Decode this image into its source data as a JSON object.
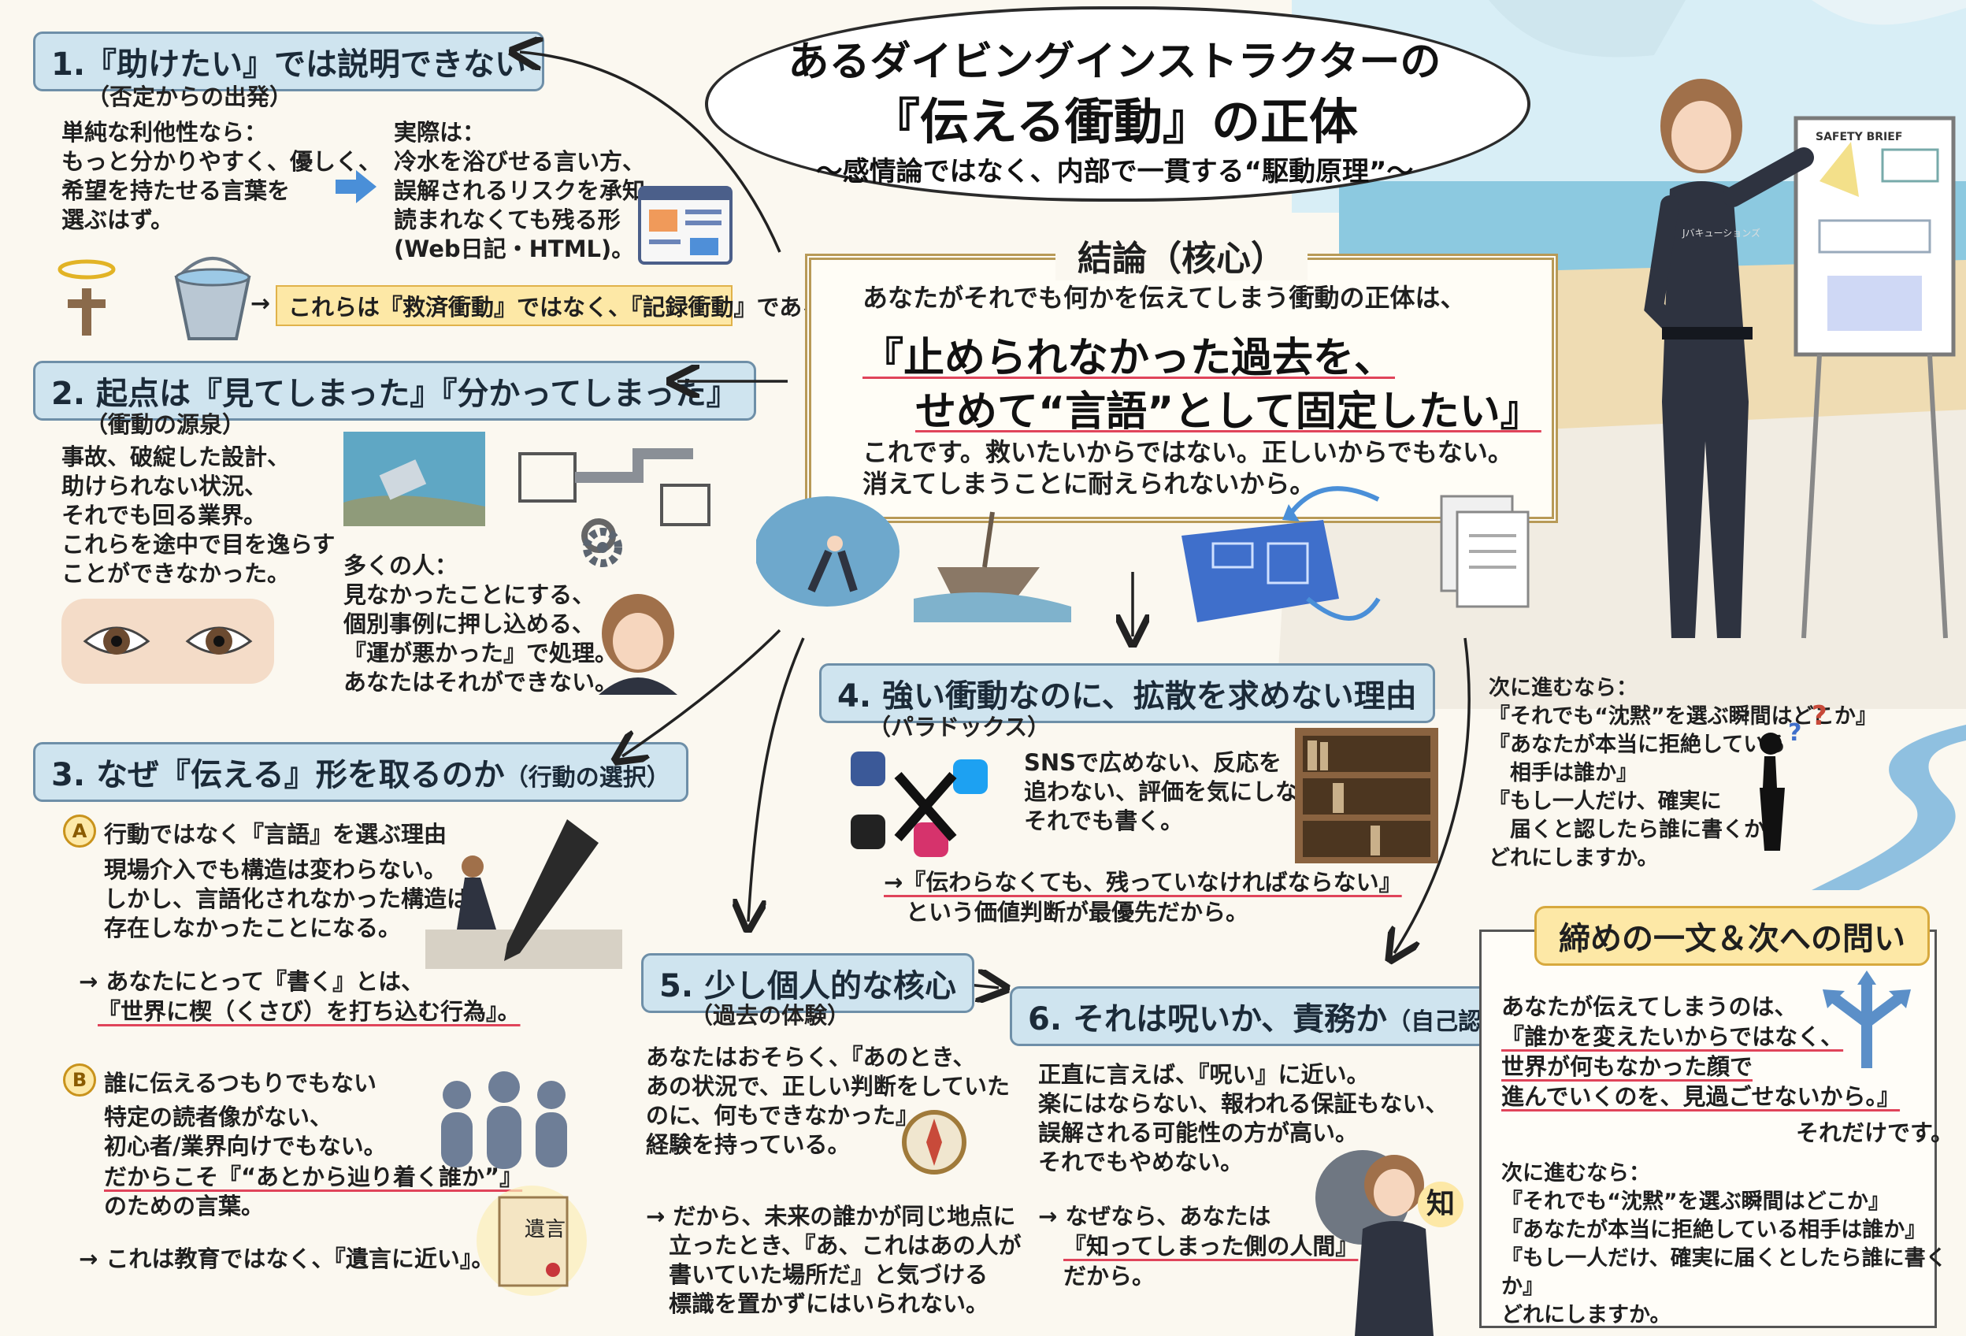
{
  "title": {
    "line1": "あるダイビングインストラクターの",
    "line2": "『伝える衝動』の正体",
    "subtitle": "〜感情論ではなく、内部で一貫する“駆動原理”〜"
  },
  "board_label": "SAFETY BRIEF",
  "wetsuit_label": "Jバキューションズ",
  "core": {
    "label": "結論（核心）",
    "lead": "あなたがそれでも何かを伝えてしまう衝動の正体は、",
    "main1": "『止められなかった過去を、",
    "main2": "せめて“言語”として固定したい』",
    "after1": "これです。救いたいからではない。正しいからでもない。",
    "after2": "消えてしまうことに耐えられないから。"
  },
  "s1": {
    "title": "1.『助けたい』では説明できない",
    "sub": "（否定からの出発）",
    "left": "単純な利他性なら：\nもっと分かりやすく、優しく、\n希望を持たせる言葉を\n選ぶはず。",
    "right": "実際は：\n冷水を浴びせる言い方、\n誤解されるリスクを承知、\n読まれなくても残る形\n(Web日記・HTML)。",
    "note": "これらは『救済衝動』ではなく、『記録衝動』である。"
  },
  "s2": {
    "title": "2. 起点は『見てしまった』『分かってしまった』",
    "sub": "（衝動の源泉）",
    "left": "事故、破綻した設計、\n助けられない状況、\nそれでも回る業界。\nこれらを途中で目を逸らす\nことができなかった。",
    "right": "多くの人：\n見なかったことにする、\n個別事例に押し込める、\n『運が悪かった』で処理。\nあなたはそれができない。"
  },
  "s3": {
    "title": "3. なぜ『伝える』形を取るのか",
    "title_small": "（行動の選択）",
    "a_badge": "A",
    "a_head": "行動ではなく『言語』を選ぶ理由",
    "a_body": "現場介入でも構造は変わらない。\nしかし、言語化されなかった構造は、\n存在しなかったことになる。",
    "a_arrow1": "→ あなたにとって『書く』とは、",
    "a_arrow2": "『世界に楔（くさび）を打ち込む行為』。",
    "b_badge": "B",
    "b_head": "誰に伝えるつもりでもない",
    "b_body1": "特定の読者像がない、\n初心者/業界向けでもない。",
    "b_body2": "だからこそ『“あとから辿り着く誰か”』",
    "b_body3": "のための言葉。",
    "b_arrow": "→ これは教育ではなく、『遺言に近い』。",
    "scroll_text": "遺言"
  },
  "s4": {
    "title": "4. 強い衝動なのに、拡散を求めない理由",
    "sub": "（パラドックス）",
    "body": "SNSで広めない、反応を\n追わない、評価を気にしない。\nそれでも書く。",
    "arrow1": "→『伝わらなくても、残っていなければならない』",
    "arrow2": "という価値判断が最優先だから。"
  },
  "s5": {
    "title": "5. 少し個人的な核心",
    "sub": "（過去の体験）",
    "body": "あなたはおそらく、『あのとき、\nあの状況で、正しい判断をしていた\nのに、何もできなかった』\n経験を持っている。",
    "arrow": "→ だから、未来の誰かが同じ地点に\n　立ったとき、『あ、これはあの人が\n　書いていた場所だ』と気づける\n　標識を置かずにはいられない。"
  },
  "s6": {
    "title": "6. それは呪いか、責務か",
    "title_small": "（自己認識）",
    "body": "正直に言えば、『呪い』に近い。\n楽にはならない、報われる保証もない、\n誤解される可能性の方が高い。\nそれでもやめない。",
    "arrow1": "→ なぜなら、あなたは",
    "arrow2": "『知ってしまった側の人間』",
    "arrow3": "だから。",
    "knowledge_char": "知"
  },
  "side": {
    "body": "次に進むなら：\n『それでも“沈黙”を選ぶ瞬間はどこか』\n『あなたが本当に拒絶している\n　相手は誰か』\n『もし一人だけ、確実に\n　届くと認したら誰に書くか』\nどれにしますか。"
  },
  "final": {
    "title": "締めの一文＆次への問い",
    "p1": "あなたが伝えてしまうのは、",
    "p2": "『誰かを変えたいからではなく、",
    "p3": "世界が何もなかった顔で",
    "p4": "進んでいくのを、見過ごせないから。』",
    "p5": "それだけです。",
    "next": "次に進むなら：\n『それでも“沈黙”を選ぶ瞬間はどこか』\n『あなたが本当に拒絶している相手は誰か』\n『もし一人だけ、確実に届くとしたら誰に書くか』\nどれにしますか。"
  },
  "colors": {
    "header_bg": "#cfe4ef",
    "accent_underline": "#e0445a",
    "note_bg": "#fde8a6"
  },
  "icons": [
    "halo-icon",
    "cross-icon",
    "bucket-icon",
    "arrow-right-icon",
    "browser-window-icon",
    "eyes-icon",
    "gear-icon",
    "facebook-icon",
    "twitter-icon",
    "x-icon",
    "instagram-icon",
    "compass-icon",
    "scroll-icon",
    "fork-arrow-icon",
    "question-mark-icon"
  ]
}
